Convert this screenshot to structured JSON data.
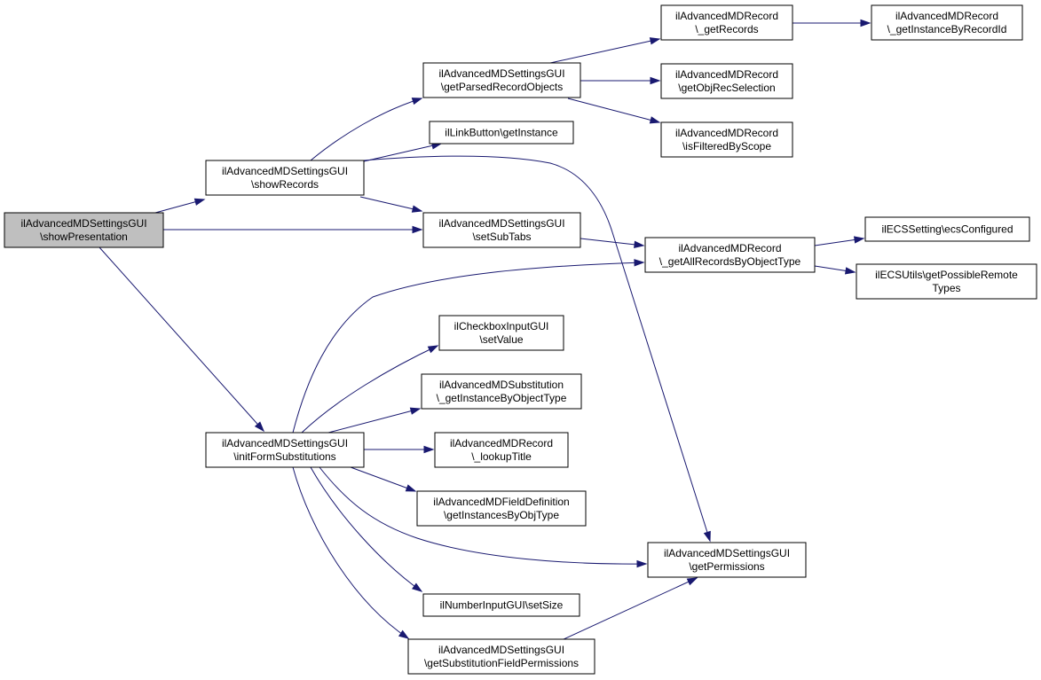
{
  "colors": {
    "node_fill": "#ffffff",
    "root_fill": "#bfbfbf",
    "edge": "#191970",
    "border": "#000000"
  },
  "nodes": [
    {
      "id": "root",
      "lines": [
        "ilAdvancedMDSettingsGUI",
        "\\showPresentation"
      ],
      "root": true
    },
    {
      "id": "showRecords",
      "lines": [
        "ilAdvancedMDSettingsGUI",
        "\\showRecords"
      ]
    },
    {
      "id": "initForm",
      "lines": [
        "ilAdvancedMDSettingsGUI",
        "\\initFormSubstitutions"
      ]
    },
    {
      "id": "getParsed",
      "lines": [
        "ilAdvancedMDSettingsGUI",
        "\\getParsedRecordObjects"
      ]
    },
    {
      "id": "linkButton",
      "lines": [
        "ilLinkButton\\getInstance"
      ]
    },
    {
      "id": "setSubTabs",
      "lines": [
        "ilAdvancedMDSettingsGUI",
        "\\setSubTabs"
      ]
    },
    {
      "id": "checkbox",
      "lines": [
        "ilCheckboxInputGUI",
        "\\setValue"
      ]
    },
    {
      "id": "substitution",
      "lines": [
        "ilAdvancedMDSubstitution",
        "\\_getInstanceByObjectType"
      ]
    },
    {
      "id": "lookupTitle",
      "lines": [
        "ilAdvancedMDRecord",
        "\\_lookupTitle"
      ]
    },
    {
      "id": "fieldDef",
      "lines": [
        "ilAdvancedMDFieldDefinition",
        "\\getInstancesByObjType"
      ]
    },
    {
      "id": "numberInput",
      "lines": [
        "ilNumberInputGUI\\setSize"
      ]
    },
    {
      "id": "getSubstPerm",
      "lines": [
        "ilAdvancedMDSettingsGUI",
        "\\getSubstitutionFieldPermissions"
      ]
    },
    {
      "id": "getRecords",
      "lines": [
        "ilAdvancedMDRecord",
        "\\_getRecords"
      ]
    },
    {
      "id": "getObjRec",
      "lines": [
        "ilAdvancedMDRecord",
        "\\getObjRecSelection"
      ]
    },
    {
      "id": "isFiltered",
      "lines": [
        "ilAdvancedMDRecord",
        "\\isFilteredByScope"
      ]
    },
    {
      "id": "getAllRecords",
      "lines": [
        "ilAdvancedMDRecord",
        "\\_getAllRecordsByObjectType"
      ]
    },
    {
      "id": "getPermissions",
      "lines": [
        "ilAdvancedMDSettingsGUI",
        "\\getPermissions"
      ]
    },
    {
      "id": "getInstanceByRecordId",
      "lines": [
        "ilAdvancedMDRecord",
        "\\_getInstanceByRecordId"
      ]
    },
    {
      "id": "ecsSetting",
      "lines": [
        "ilECSSetting\\ecsConfigured"
      ]
    },
    {
      "id": "ecsUtils",
      "lines": [
        "ilECSUtils\\getPossibleRemote",
        "Types"
      ]
    }
  ],
  "edges": [
    [
      "root",
      "showRecords"
    ],
    [
      "root",
      "setSubTabs"
    ],
    [
      "root",
      "initForm"
    ],
    [
      "showRecords",
      "getParsed"
    ],
    [
      "showRecords",
      "linkButton"
    ],
    [
      "showRecords",
      "setSubTabs"
    ],
    [
      "showRecords",
      "getPermissions"
    ],
    [
      "getParsed",
      "getRecords"
    ],
    [
      "getParsed",
      "getObjRec"
    ],
    [
      "getParsed",
      "isFiltered"
    ],
    [
      "getRecords",
      "getInstanceByRecordId"
    ],
    [
      "setSubTabs",
      "getAllRecords"
    ],
    [
      "getAllRecords",
      "ecsSetting"
    ],
    [
      "getAllRecords",
      "ecsUtils"
    ],
    [
      "initForm",
      "getAllRecords"
    ],
    [
      "initForm",
      "checkbox"
    ],
    [
      "initForm",
      "substitution"
    ],
    [
      "initForm",
      "lookupTitle"
    ],
    [
      "initForm",
      "fieldDef"
    ],
    [
      "initForm",
      "getPermissions"
    ],
    [
      "initForm",
      "numberInput"
    ],
    [
      "initForm",
      "getSubstPerm"
    ],
    [
      "getSubstPerm",
      "getPermissions"
    ]
  ]
}
